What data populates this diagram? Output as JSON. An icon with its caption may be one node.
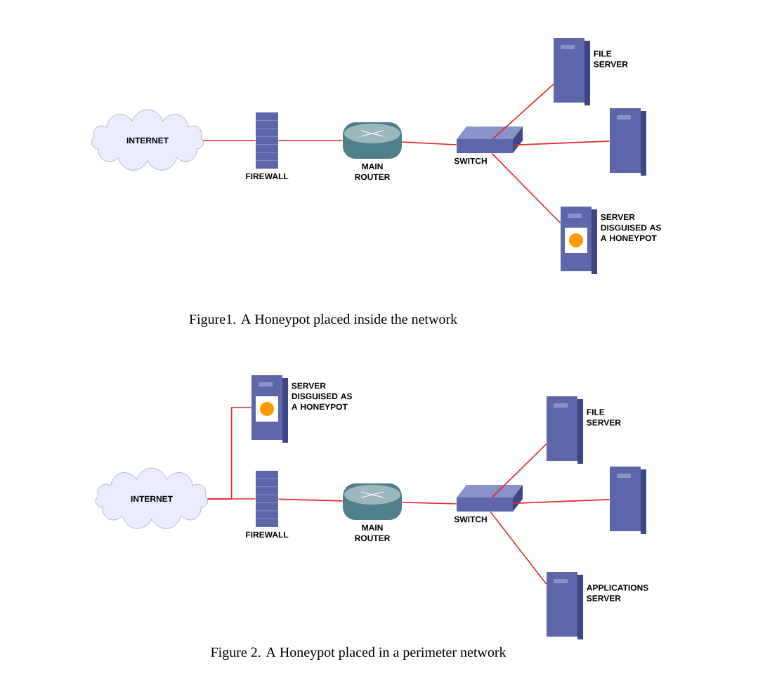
{
  "diagram": {
    "nodes": [
      {
        "text": [
          "INTERNET"
        ]
      },
      {
        "text": [
          "FIREWALL"
        ]
      },
      {
        "text": [
          "MAIN ROUTER"
        ]
      },
      {
        "text": [
          "SWITCH"
        ]
      },
      {
        "text": [
          "FILE SERVER"
        ]
      },
      {
        "text": [],
        "shape": "box"
      },
      {
        "text": [
          "SERVER DISGUISED AS A HONEYPOT"
        ]
      },
      {
        "text": [
          "SERVER DISGUISED AS A HONEYPOT"
        ]
      },
      {
        "text": [
          "INTERNET"
        ]
      },
      {
        "text": [
          "FIREWALL"
        ]
      },
      {
        "text": [
          "MAIN ROUTER"
        ]
      },
      {
        "text": [
          "SWITCH"
        ]
      },
      {
        "text": [
          "FILE SERVER"
        ]
      },
      {
        "text": [],
        "shape": "box"
      },
      {
        "text": [
          "APPLICATIONS SERVER"
        ]
      }
    ],
    "edges": [
      {
        "from": 0,
        "to": 1,
        "arrow": "none"
      },
      {
        "from": 1,
        "to": 2,
        "arrow": "none"
      },
      {
        "from": 2,
        "to": 3,
        "arrow": "none"
      },
      {
        "from": 3,
        "to": 4,
        "arrow": "none"
      },
      {
        "from": 3,
        "to": 5,
        "arrow": "none"
      },
      {
        "from": 3,
        "to": 6,
        "arrow": "none"
      },
      {
        "from": 8,
        "to": 9,
        "arrow": "none"
      },
      {
        "from": 8,
        "to": 7,
        "arrow": "none"
      },
      {
        "from": 9,
        "to": 10,
        "arrow": "none"
      },
      {
        "from": 10,
        "to": 11,
        "arrow": "none"
      },
      {
        "from": 11,
        "to": 12,
        "arrow": "none"
      },
      {
        "from": 11,
        "to": 13,
        "arrow": "none"
      },
      {
        "from": 11,
        "to": 14,
        "arrow": "none"
      }
    ],
    "labels": [
      "Figure1. A Honeypot placed inside the network",
      "Figure 2. A Honeypot placed in a perimeter network"
    ]
  }
}
